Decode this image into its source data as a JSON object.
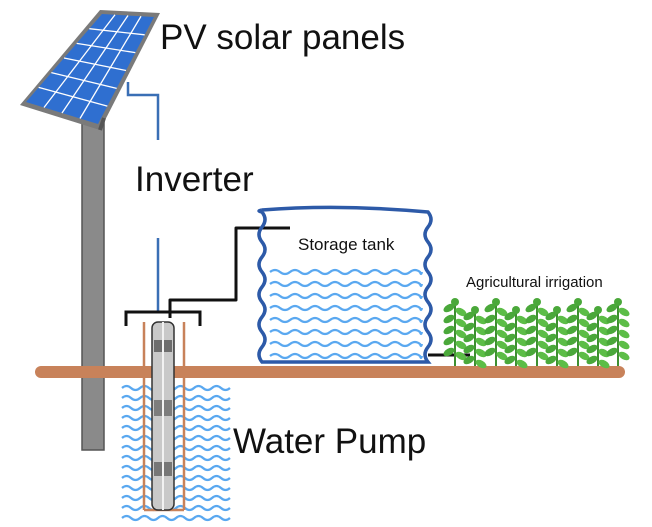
{
  "labels": {
    "pv_panels": "PV solar panels",
    "inverter": "Inverter",
    "storage_tank": "Storage tank",
    "irrigation": "Agricultural irrigation",
    "water_pump": "Water Pump"
  },
  "colors": {
    "panel_blue": "#2f6fd0",
    "panel_grid": "#ffffff",
    "panel_frame": "#7a7a7a",
    "pole": "#8a8a8a",
    "ground": "#c8825a",
    "wire": "#3a6fb5",
    "pipe": "#111111",
    "water_wave": "#5aa8f0",
    "tank_outline": "#2d5aa8",
    "well": "#c8825a",
    "plant": "#4aa83a"
  }
}
